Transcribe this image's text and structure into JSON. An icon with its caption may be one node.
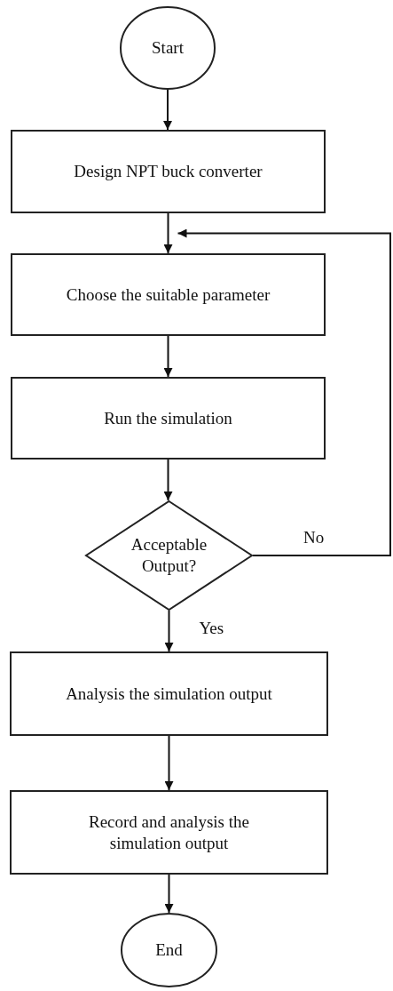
{
  "diagram": {
    "nodes": [
      {
        "text": [
          "Start"
        ]
      },
      {
        "text": [
          "Design NPT buck converter"
        ]
      },
      {
        "text": [
          "Choose the suitable parameter"
        ]
      },
      {
        "text": [
          "Run the simulation"
        ]
      },
      {
        "text": [
          "Acceptable Output?"
        ]
      },
      {
        "text": [
          "Analysis the simulation output"
        ]
      },
      {
        "text": [
          "Record and analysis the simulation output"
        ]
      },
      {
        "text": [
          "End"
        ]
      }
    ],
    "edges": [
      {
        "from": 0,
        "to": 1,
        "arrow": "to"
      },
      {
        "from": 1,
        "to": 2,
        "arrow": "to"
      },
      {
        "from": 2,
        "to": 3,
        "arrow": "to"
      },
      {
        "from": 3,
        "to": 4,
        "arrow": "to"
      },
      {
        "from": 4,
        "to": 2,
        "arrow": "to",
        "label": "No"
      },
      {
        "from": 4,
        "to": 5,
        "arrow": "to",
        "label": "Yes"
      },
      {
        "from": 5,
        "to": 6,
        "arrow": "to"
      },
      {
        "from": 6,
        "to": 7,
        "arrow": "to"
      }
    ]
  }
}
